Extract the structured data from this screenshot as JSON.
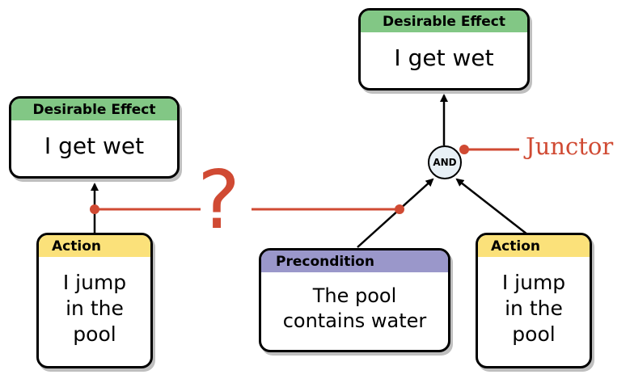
{
  "nodes": {
    "effect_left": {
      "header": "Desirable Effect",
      "body": "I get wet",
      "header_color": "#82c785"
    },
    "effect_right": {
      "header": "Desirable Effect",
      "body": "I get wet",
      "header_color": "#82c785"
    },
    "action_left": {
      "header": "Action",
      "body_lines": [
        "I jump",
        "in the",
        "pool"
      ],
      "header_color": "#fbe17a"
    },
    "precondition": {
      "header": "Precondition",
      "body_lines": [
        "The pool",
        "contains water"
      ],
      "header_color": "#9a97ca"
    },
    "action_right": {
      "header": "Action",
      "body_lines": [
        "I jump",
        "in the",
        "pool"
      ],
      "header_color": "#fbe17a"
    }
  },
  "junctor": {
    "label": "AND"
  },
  "annotations": {
    "junctor_label": "Junctor",
    "question_mark": "?",
    "accent_color": "#d04a33"
  }
}
